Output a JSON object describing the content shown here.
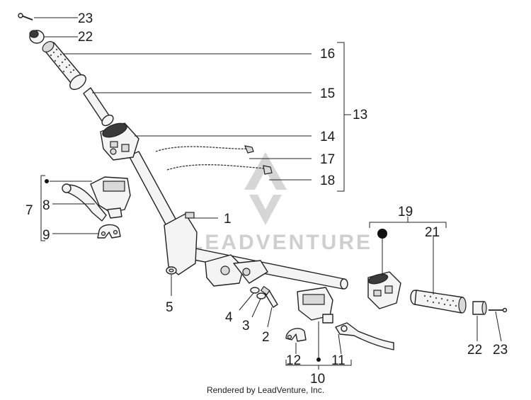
{
  "watermark": {
    "text": "LEADVENTURE"
  },
  "footer": {
    "text": "Rendered by LeadVenture, Inc."
  },
  "callouts": {
    "c1": "1",
    "c2": "2",
    "c3": "3",
    "c4": "4",
    "c5": "5",
    "c7": "7",
    "c8": "8",
    "c9": "9",
    "c10": "10",
    "c11": "11",
    "c12": "12",
    "c13": "13",
    "c14": "14",
    "c15": "15",
    "c16": "16",
    "c17": "17",
    "c18": "18",
    "c19": "19",
    "c21": "21",
    "c22_left": "22",
    "c22_right": "22",
    "c23_left": "23",
    "c23_right": "23"
  }
}
